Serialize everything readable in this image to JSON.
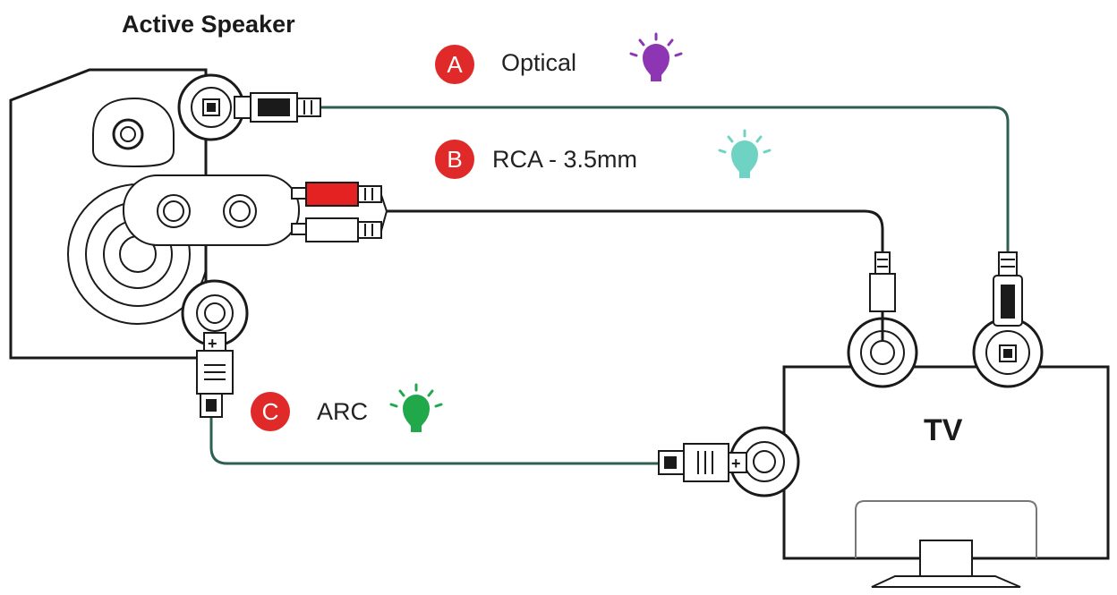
{
  "title": "Active Speaker",
  "tv_label": "TV",
  "colors": {
    "badge": "#e02a2a",
    "cable_line": "#2f5f52",
    "rca_red": "#e52222"
  },
  "connections": [
    {
      "id": "A",
      "badge": "A",
      "label": "Optical",
      "led_color": "#8e35b4",
      "led_icon": "led-bulb-icon"
    },
    {
      "id": "B",
      "badge": "B",
      "label": "RCA - 3.5mm",
      "led_color": "#6fd3c4",
      "led_icon": "led-bulb-icon"
    },
    {
      "id": "C",
      "badge": "C",
      "label": "ARC",
      "led_color": "#20a84a",
      "led_icon": "led-bulb-icon"
    }
  ]
}
